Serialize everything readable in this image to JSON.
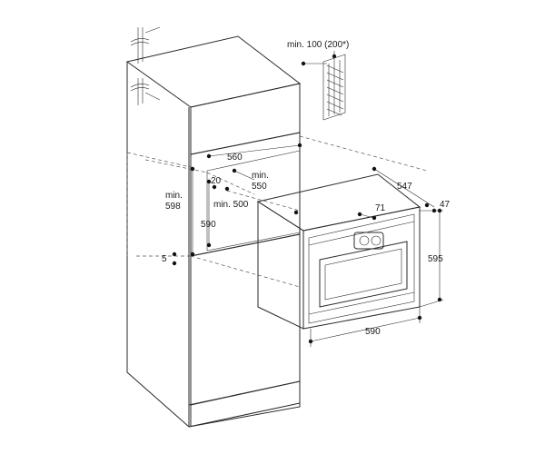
{
  "labels": {
    "vent": "min. 100 (200*)",
    "w560": "560",
    "min550a": "min.",
    "min550b": "550",
    "d20": "20",
    "min598a": "min.",
    "min598b": "598",
    "min500": "min. 500",
    "h590": "590",
    "d5": "5",
    "d547": "547",
    "d47": "47",
    "d71": "71",
    "h595": "595",
    "w590": "590"
  }
}
